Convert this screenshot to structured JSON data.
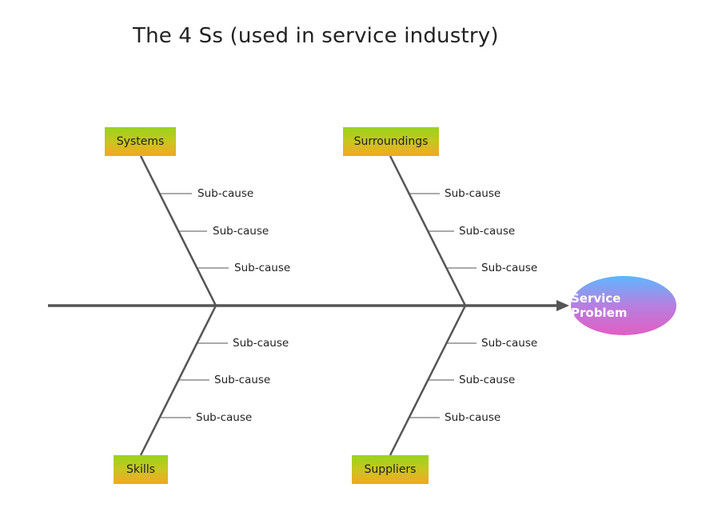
{
  "title": "The 4 Ss (used in service industry)",
  "effect": "Service Problem",
  "categories": {
    "systems": "Systems",
    "surroundings": "Surroundings",
    "skills": "Skills",
    "suppliers": "Suppliers"
  },
  "sub_causes": {
    "systems": [
      "Sub-cause",
      "Sub-cause",
      "Sub-cause"
    ],
    "surroundings": [
      "Sub-cause",
      "Sub-cause",
      "Sub-cause"
    ],
    "skills": [
      "Sub-cause",
      "Sub-cause",
      "Sub-cause"
    ],
    "suppliers": [
      "Sub-cause",
      "Sub-cause",
      "Sub-cause"
    ]
  },
  "colors": {
    "spine": "#555555",
    "category_top": "#9ad31a",
    "category_bottom": "#f5a623",
    "effect_top": "#5fb6ff",
    "effect_bottom": "#e25ec4"
  }
}
